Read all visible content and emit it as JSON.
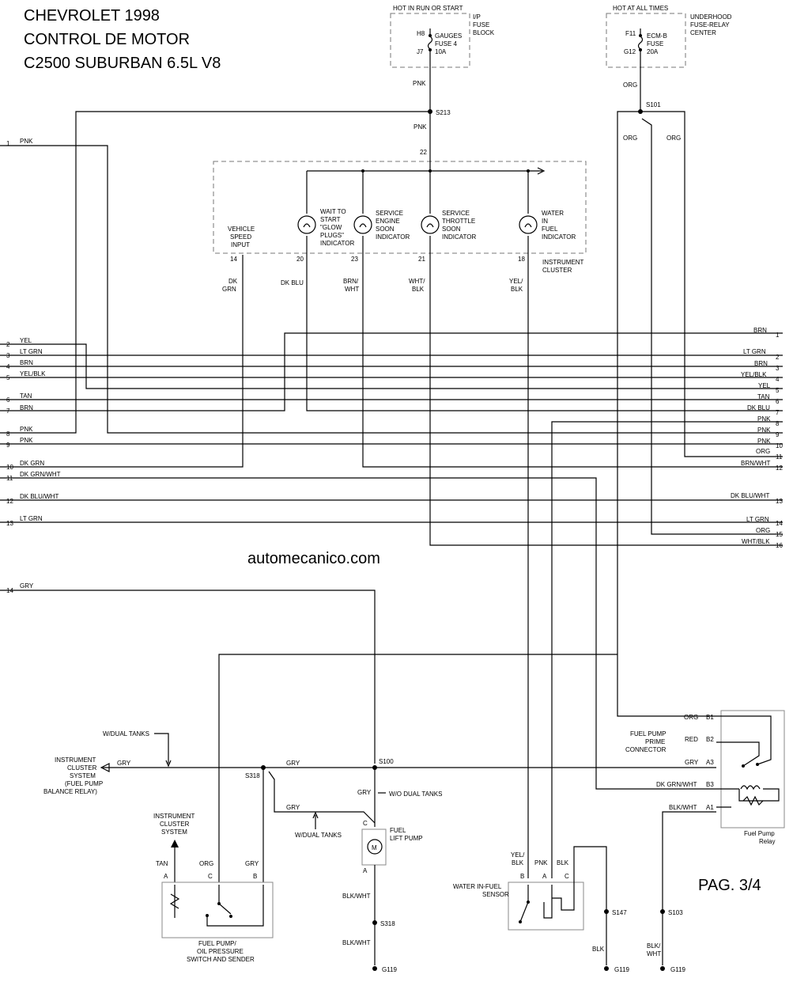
{
  "title": {
    "line1": "CHEVROLET 1998",
    "line2": "CONTROL DE MOTOR",
    "line3": "C2500 SUBURBAN 6.5L V8"
  },
  "watermark": "automecanico.com",
  "page": "PAG. 3/4",
  "fuse_ip": {
    "header": "HOT IN RUN OR START",
    "pin_in": "H8",
    "pin_out": "J7",
    "name": "GAUGES",
    "fuse": "FUSE 4",
    "rating": "10A",
    "block1": "I/P",
    "block2": "FUSE",
    "block3": "BLOCK"
  },
  "fuse_uh": {
    "header": "HOT AT ALL TIMES",
    "pin_in": "F11",
    "pin_out": "G12",
    "name": "ECM-B",
    "fuse": "FUSE",
    "rating": "20A",
    "block1": "UNDERHOOD",
    "block2": "FUSE-RELAY",
    "block3": "CENTER"
  },
  "splices": {
    "s213": "S213",
    "s101": "S101",
    "s100": "S100",
    "s318a": "S318",
    "s318b": "S318",
    "s147": "S147",
    "s103": "S103"
  },
  "grounds": {
    "g1": "G119",
    "g2": "G119",
    "g3": "G119"
  },
  "cluster": {
    "pin22": "22",
    "name1": "INSTRUMENT",
    "name2": "CLUSTER",
    "vsi": {
      "l1": "VEHICLE",
      "l2": "SPEED",
      "l3": "INPUT",
      "pin": "14",
      "wire1": "DK",
      "wire2": "GRN"
    },
    "glow": {
      "l1": "WAIT TO",
      "l2": "START",
      "l3": "\"GLOW",
      "l4": "PLUGS\"",
      "l5": "INDICATOR",
      "pin": "20",
      "wire1": "DK BLU"
    },
    "ses": {
      "l1": "SERVICE",
      "l2": "ENGINE",
      "l3": "SOON",
      "l4": "INDICATOR",
      "pin": "23",
      "wire1": "BRN/",
      "wire2": "WHT"
    },
    "sts": {
      "l1": "SERVICE",
      "l2": "THROTTLE",
      "l3": "SOON",
      "l4": "INDICATOR",
      "pin": "21",
      "wire1": "WHT/",
      "wire2": "BLK"
    },
    "wif": {
      "l1": "WATER",
      "l2": "IN",
      "l3": "FUEL",
      "l4": "INDICATOR",
      "pin": "18",
      "wire1": "YEL/",
      "wire2": "BLK"
    }
  },
  "wire_labels": {
    "pnk_fuse": "PNK",
    "pnk_s213": "PNK",
    "org_fuse": "ORG",
    "org_l": "ORG",
    "org_r": "ORG"
  },
  "left_connector": [
    {
      "pin": "1",
      "color": "PNK"
    },
    {
      "pin": "2",
      "color": "YEL"
    },
    {
      "pin": "3",
      "color": "LT GRN"
    },
    {
      "pin": "4",
      "color": "BRN"
    },
    {
      "pin": "5",
      "color": "YEL/BLK"
    },
    {
      "pin": "6",
      "color": "TAN"
    },
    {
      "pin": "7",
      "color": "BRN"
    },
    {
      "pin": "8",
      "color": "PNK"
    },
    {
      "pin": "9",
      "color": "PNK"
    },
    {
      "pin": "10",
      "color": "DK GRN"
    },
    {
      "pin": "11",
      "color": "DK GRN/WHT"
    },
    {
      "pin": "12",
      "color": "DK BLU/WHT"
    },
    {
      "pin": "13",
      "color": "LT GRN"
    },
    {
      "pin": "14",
      "color": "GRY"
    }
  ],
  "right_connector": [
    {
      "pin": "1",
      "color": "BRN"
    },
    {
      "pin": "2",
      "color": "LT GRN"
    },
    {
      "pin": "3",
      "color": "BRN"
    },
    {
      "pin": "4",
      "color": "YEL/BLK"
    },
    {
      "pin": "5",
      "color": "YEL"
    },
    {
      "pin": "6",
      "color": "TAN"
    },
    {
      "pin": "7",
      "color": "DK BLU"
    },
    {
      "pin": "8",
      "color": "PNK"
    },
    {
      "pin": "9",
      "color": "PNK"
    },
    {
      "pin": "10",
      "color": "PNK"
    },
    {
      "pin": "11",
      "color": "ORG"
    },
    {
      "pin": "12",
      "color": "BRN/WHT"
    },
    {
      "pin": "13",
      "color": "DK BLU/WHT"
    },
    {
      "pin": "14",
      "color": "LT GRN"
    },
    {
      "pin": "15",
      "color": "ORG"
    },
    {
      "pin": "16",
      "color": "WHT/BLK"
    }
  ],
  "bottom": {
    "dual_tanks_top": "W/DUAL TANKS",
    "ic_system": [
      "INSTRUMENT",
      "CLUSTER",
      "SYSTEM",
      "(FUEL PUMP",
      "BALANCE RELAY)"
    ],
    "gry_left": "GRY",
    "gry_mid": "GRY",
    "gry_wo": "GRY",
    "wo_dual": "W/O DUAL TANKS",
    "gry_low": "GRY",
    "w_dual_low": "W/DUAL TANKS",
    "ic_system2": [
      "INSTRUMENT",
      "CLUSTER",
      "SYSTEM"
    ],
    "sender": {
      "w_tan": "TAN",
      "w_org": "ORG",
      "w_gry": "GRY",
      "pin_a": "A",
      "pin_c": "C",
      "pin_b": "B",
      "l1": "FUEL PUMP/",
      "l2": "OIL PRESSURE",
      "l3": "SWITCH AND SENDER"
    },
    "lift_pump": {
      "pin_c": "C",
      "pin_a": "A",
      "motor": "M",
      "l1": "FUEL",
      "l2": "LIFT PUMP",
      "wire1": "BLK/WHT",
      "wire2": "BLK/WHT"
    },
    "wif_sensor": {
      "w_yb1": "YEL/",
      "w_yb2": "BLK",
      "w_pnk": "PNK",
      "w_blk": "BLK",
      "pin_b": "B",
      "pin_a": "A",
      "pin_c": "C",
      "l1": "WATER IN-FUEL",
      "l2": "SENSOR",
      "w_blk2": "BLK"
    },
    "relay": {
      "w_org": "ORG",
      "w_red": "RED",
      "w_gry": "GRY",
      "w_dgw": "DK GRN/WHT",
      "w_bw": "BLK/WHT",
      "p_b1": "B1",
      "p_b2": "B2",
      "p_a3": "A3",
      "p_b3": "B3",
      "p_a1": "A1",
      "prime1": "FUEL PUMP",
      "prime2": "PRIME",
      "prime3": "CONNECTOR",
      "l1": "Fuel Pump",
      "l2": "Relay",
      "w_bw2a": "BLK/",
      "w_bw2b": "WHT"
    }
  }
}
